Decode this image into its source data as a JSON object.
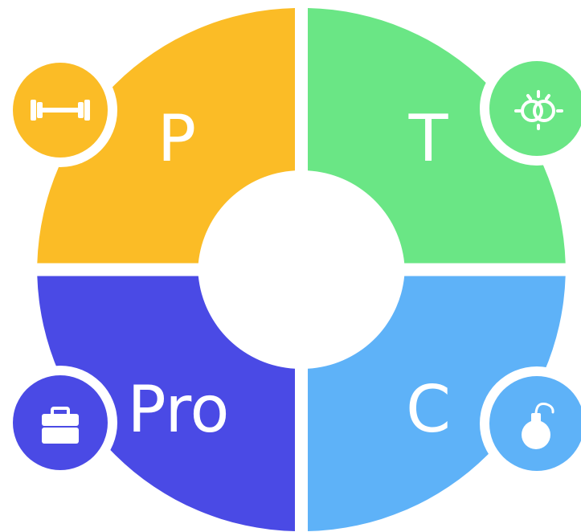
{
  "segments": [
    {
      "id": "p",
      "label": "P",
      "color": "#FBBC26",
      "icon": "dumbbell-icon"
    },
    {
      "id": "t",
      "label": "T",
      "color": "#6AE685",
      "icon": "rings-icon"
    },
    {
      "id": "c",
      "label": "C",
      "color": "#5EB2F8",
      "icon": "bomb-icon"
    },
    {
      "id": "pro",
      "label": "Pro",
      "color": "#4A4AE5",
      "icon": "briefcase-icon"
    }
  ]
}
